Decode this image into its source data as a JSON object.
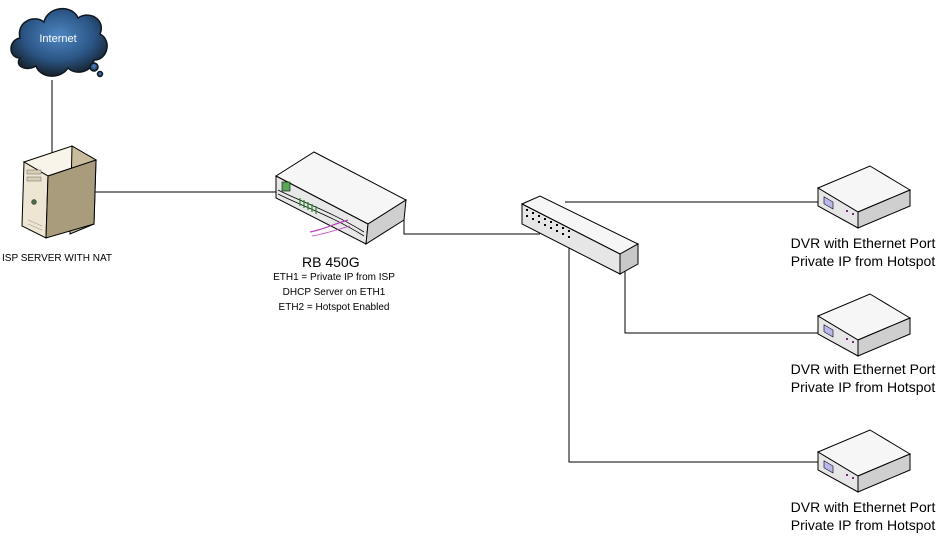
{
  "nodes": {
    "internet": {
      "label": "Internet"
    },
    "isp_server": {
      "label": "ISP SERVER WITH NAT"
    },
    "router": {
      "label": "RB 450G",
      "notes": [
        "ETH1 = Private IP from ISP",
        "DHCP Server on ETH1",
        "ETH2 = Hotspot Enabled"
      ]
    },
    "dvrs": [
      {
        "line1": "DVR with Ethernet Port",
        "line2": "Private IP from Hotspot"
      },
      {
        "line1": "DVR with Ethernet Port",
        "line2": "Private IP from Hotspot"
      },
      {
        "line1": "DVR with Ethernet Port",
        "line2": "Private IP from Hotspot"
      }
    ]
  },
  "colors": {
    "cloud_dark": "#1b2836",
    "cloud_light": "#3b6fa8",
    "device_body": "#f4f4f4",
    "device_outline": "#000000",
    "router_led": "#2e8b2e",
    "router_accent": "#c040c0",
    "server_body": "#ede6d2"
  }
}
